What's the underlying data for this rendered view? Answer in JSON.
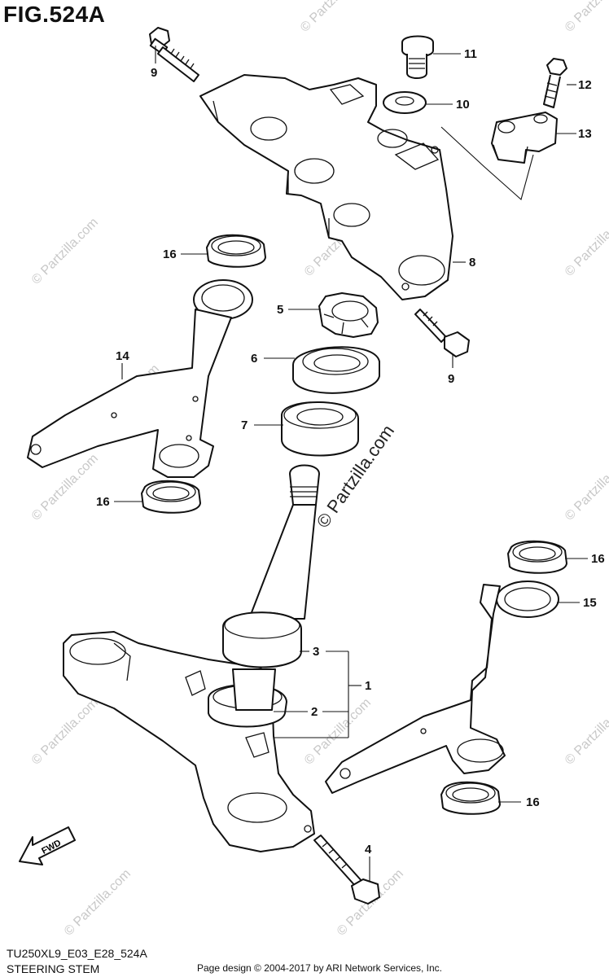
{
  "figure": {
    "title": "FIG.524A",
    "model_code": "TU250XL9_E03_E28_524A",
    "section_title": "STEERING STEM",
    "copyright": "Page design © 2004-2017 by ARI Network Services, Inc.",
    "watermark": "© Partzilla.com",
    "fwd_label": "FWD"
  },
  "callouts": [
    {
      "id": "9a",
      "label": "9"
    },
    {
      "id": "11",
      "label": "11"
    },
    {
      "id": "10",
      "label": "10"
    },
    {
      "id": "12",
      "label": "12"
    },
    {
      "id": "13",
      "label": "13"
    },
    {
      "id": "8",
      "label": "8"
    },
    {
      "id": "16a",
      "label": "16"
    },
    {
      "id": "5",
      "label": "5"
    },
    {
      "id": "14",
      "label": "14"
    },
    {
      "id": "6",
      "label": "6"
    },
    {
      "id": "9b",
      "label": "9"
    },
    {
      "id": "7",
      "label": "7"
    },
    {
      "id": "16b",
      "label": "16"
    },
    {
      "id": "16c",
      "label": "16"
    },
    {
      "id": "15",
      "label": "15"
    },
    {
      "id": "3",
      "label": "3"
    },
    {
      "id": "1",
      "label": "1"
    },
    {
      "id": "2",
      "label": "2"
    },
    {
      "id": "16d",
      "label": "16"
    },
    {
      "id": "4",
      "label": "4"
    }
  ],
  "colors": {
    "line": "#111111",
    "watermark": "#c8c8c8",
    "background": "#ffffff"
  }
}
